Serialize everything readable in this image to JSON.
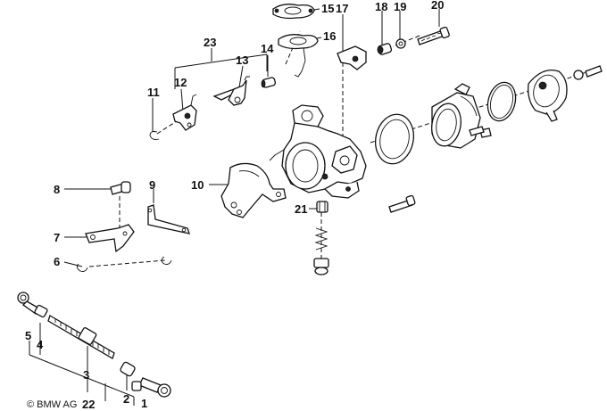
{
  "diagram": {
    "copyright": "© BMW AG",
    "callouts": [
      "1",
      "2",
      "3",
      "4",
      "5",
      "6",
      "7",
      "8",
      "9",
      "10",
      "11",
      "12",
      "13",
      "14",
      "15",
      "16",
      "17",
      "18",
      "19",
      "20",
      "21",
      "22",
      "23"
    ]
  }
}
